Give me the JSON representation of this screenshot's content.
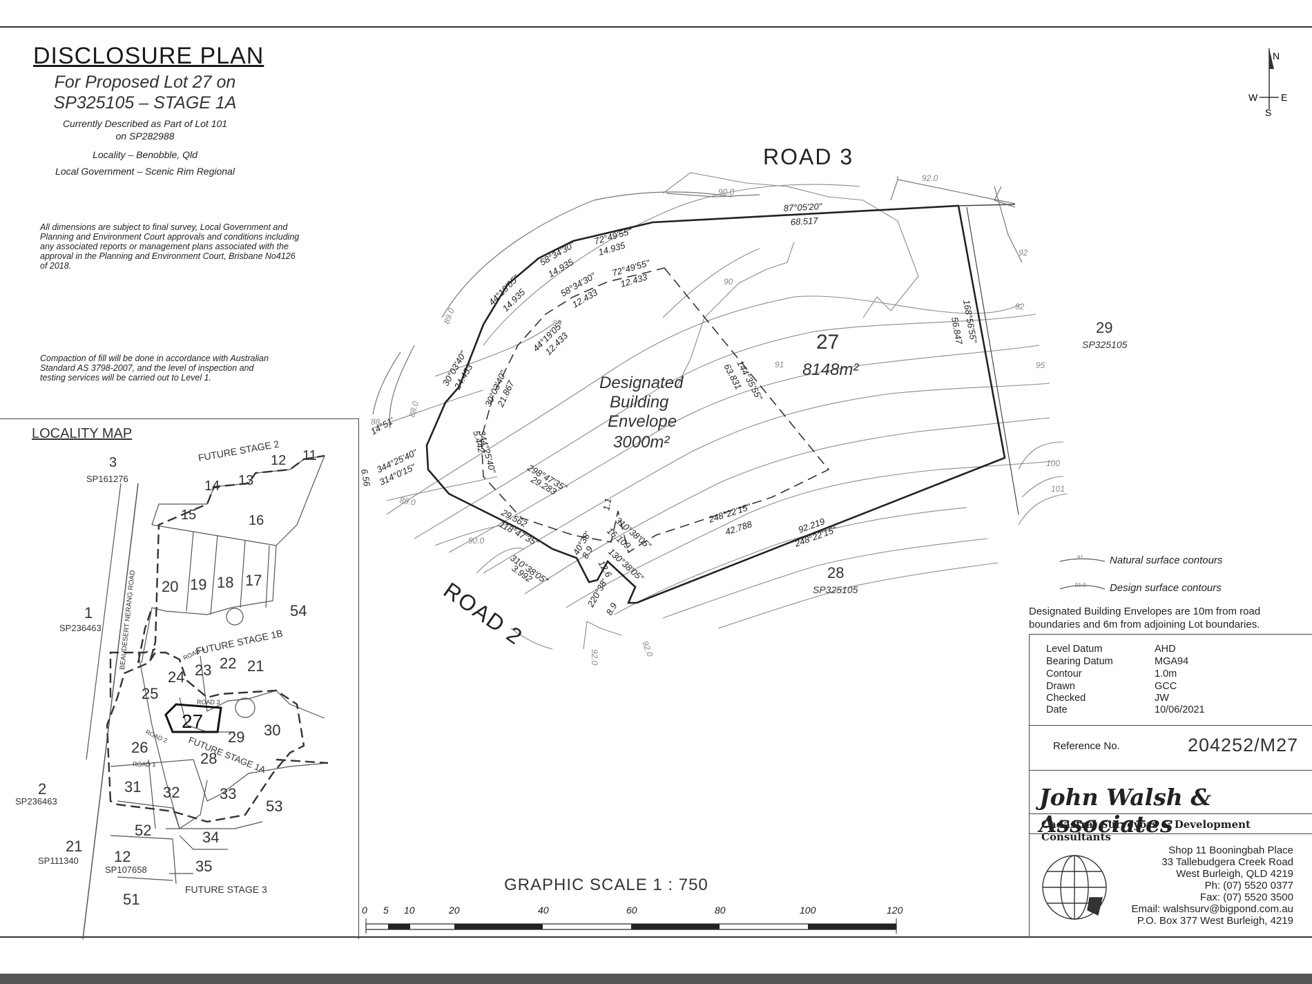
{
  "title": "DISCLOSURE PLAN",
  "subtitle_line1": "For Proposed Lot 27 on",
  "subtitle_line2": "SP325105 – STAGE 1A",
  "described_line1": "Currently Described as Part of Lot 101",
  "described_line2": "on SP282988",
  "locality": "Locality – Benobble, Qld",
  "local_government": "Local Government – Scenic Rim Regional",
  "note1": [
    "All dimensions are subject to final survey, Local Government and",
    "Planning and Environment Court approvals and conditions including",
    "any associated reports or management plans associated with the",
    "approval in the Planning and Environment Court, Brisbane No4126",
    "of 2018."
  ],
  "note2": [
    "Compaction of fill will be done in accordance with Australian",
    "Standard AS 3798-2007, and the level of inspection and",
    "testing services will be carried out to Level 1."
  ],
  "compass": {
    "n": "N",
    "e": "E",
    "s": "S",
    "w": "W"
  },
  "plan": {
    "road3": "ROAD 3",
    "road2": "ROAD 2",
    "lot_number": "27",
    "lot_area": "8148m²",
    "envelope_l1": "Designated",
    "envelope_l2": "Building",
    "envelope_l3": "Envelope",
    "envelope_area": "3000m²",
    "lot29": "29",
    "lot29_sp": "SP325105",
    "lot28": "28",
    "lot28_sp": "SP325105",
    "bearings": {
      "b1": "87°05'20\"",
      "d1": "68.517",
      "b2": "72°49'55\"",
      "d2": "14.935",
      "b3": "58°34'30\"",
      "d3": "14.935",
      "b4": "44°19'05\"",
      "d4": "14.935",
      "b5": "30°03'40\"",
      "d5": "24.453",
      "b6": "168°56'55\"",
      "d6": "56.847",
      "b7": "92.219",
      "d7": "248°22'15\"",
      "b8": "248°22'15\"",
      "d8": "42.788",
      "b9": "144°35'55\"",
      "d9": "63.831",
      "e1": "72°49'55\"",
      "e1d": "12.433",
      "e2": "58°34'30\"",
      "e2d": "12.433",
      "e3": "44°19'05\"",
      "e3d": "12.433",
      "e4": "30°03'40\"",
      "e4d": "21.867",
      "e5": "344°25'40\"",
      "e5d": "5.442",
      "e6": "298°47'35\"",
      "e6d": "29.283",
      "w1": "14°51'",
      "w2": "344°25'40\"",
      "w3": "314°0'15\"",
      "w4": "6.56",
      "s1": "29.562",
      "s2": "118°47'35\"",
      "s3": "40°38'",
      "s4": "8.9",
      "s5": "310°38'05\"",
      "s6": "3.992",
      "s7": "310°38'05\"",
      "s8": "16.109",
      "s9": "1.1",
      "s10": "130°38'05\"",
      "s11": "12.6",
      "s12": "220°38'",
      "s13": "8.9"
    },
    "contours": {
      "c900": "90.0",
      "c920": "92.0",
      "c92": "92",
      "c92b": "92",
      "c95": "95",
      "c100": "100",
      "c101": "101",
      "c890": "89.0",
      "c880": "88.0",
      "c88": "88",
      "c89": "89",
      "c90": "90",
      "c91": "91",
      "c890b": "89.0",
      "c900b": "90.0",
      "c920b": "92.0",
      "c920c": "92.0"
    }
  },
  "locality_map": {
    "title": "LOCALITY MAP",
    "labels": {
      "l3": "3",
      "sp161276": "SP161276",
      "future2": "FUTURE STAGE 2",
      "l12": "12",
      "l11": "11",
      "l14": "14",
      "l13": "13",
      "l15": "15",
      "l16": "16",
      "l20": "20",
      "l19": "19",
      "l18": "18",
      "l17": "17",
      "l1": "1",
      "sp236463": "SP236463",
      "road_name": "BEAUDESERT NERANG ROAD",
      "l54": "54",
      "road4": "ROAD 4",
      "future1b": "FUTURE STAGE 1B",
      "l24": "24",
      "l23": "23",
      "l22": "22",
      "l21": "21",
      "l25": "25",
      "road3": "ROAD 3",
      "l27": "27",
      "l30": "30",
      "l26": "26",
      "road2": "ROAD 2",
      "future1a": "FUTURE STAGE 1A",
      "l29": "29",
      "l28": "28",
      "road1": "ROAD 1",
      "l31": "31",
      "l32": "32",
      "l33": "33",
      "l53": "53",
      "l2": "2",
      "sp236463b": "SP236463",
      "l52": "52",
      "l34": "34",
      "l21b": "21",
      "sp111340": "SP111340",
      "l12b": "12",
      "sp107658": "SP107658",
      "l35": "35",
      "l51": "51",
      "future3": "FUTURE STAGE 3"
    }
  },
  "scale": {
    "title": "GRAPHIC SCALE 1 : 750",
    "ticks": [
      "0",
      "5",
      "10",
      "20",
      "40",
      "60",
      "80",
      "100",
      "120"
    ]
  },
  "legend": {
    "natural_symbol": "91",
    "natural": "Natural surface contours",
    "design_symbol": "91.0",
    "design": "Design surface contours"
  },
  "dbe_note": [
    "Designated Building Envelopes are 10m from road",
    "boundaries and 6m from adjoining Lot boundaries."
  ],
  "datum": [
    {
      "label": "Level Datum",
      "value": "AHD"
    },
    {
      "label": "Bearing Datum",
      "value": "MGA94"
    },
    {
      "label": "Contour",
      "value": "1.0m"
    },
    {
      "label": "Drawn",
      "value": "GCC"
    },
    {
      "label": "Checked",
      "value": "JW"
    },
    {
      "label": "Date",
      "value": "10/06/2021"
    }
  ],
  "reference_label": "Reference No.",
  "reference_value": "204252/M27",
  "company": "John Walsh & Associates",
  "company_sub": "Cadastral Surveyors & Development Consultants",
  "address": [
    "Shop 11 Booningbah Place",
    "33 Tallebudgera Creek Road",
    "West Burleigh, QLD 4219",
    "Ph: (07) 5520 0377",
    "Fax: (07) 5520 3500",
    "Email: walshsurv@bigpond.com.au",
    "P.O. Box 377 West Burleigh, 4219"
  ]
}
